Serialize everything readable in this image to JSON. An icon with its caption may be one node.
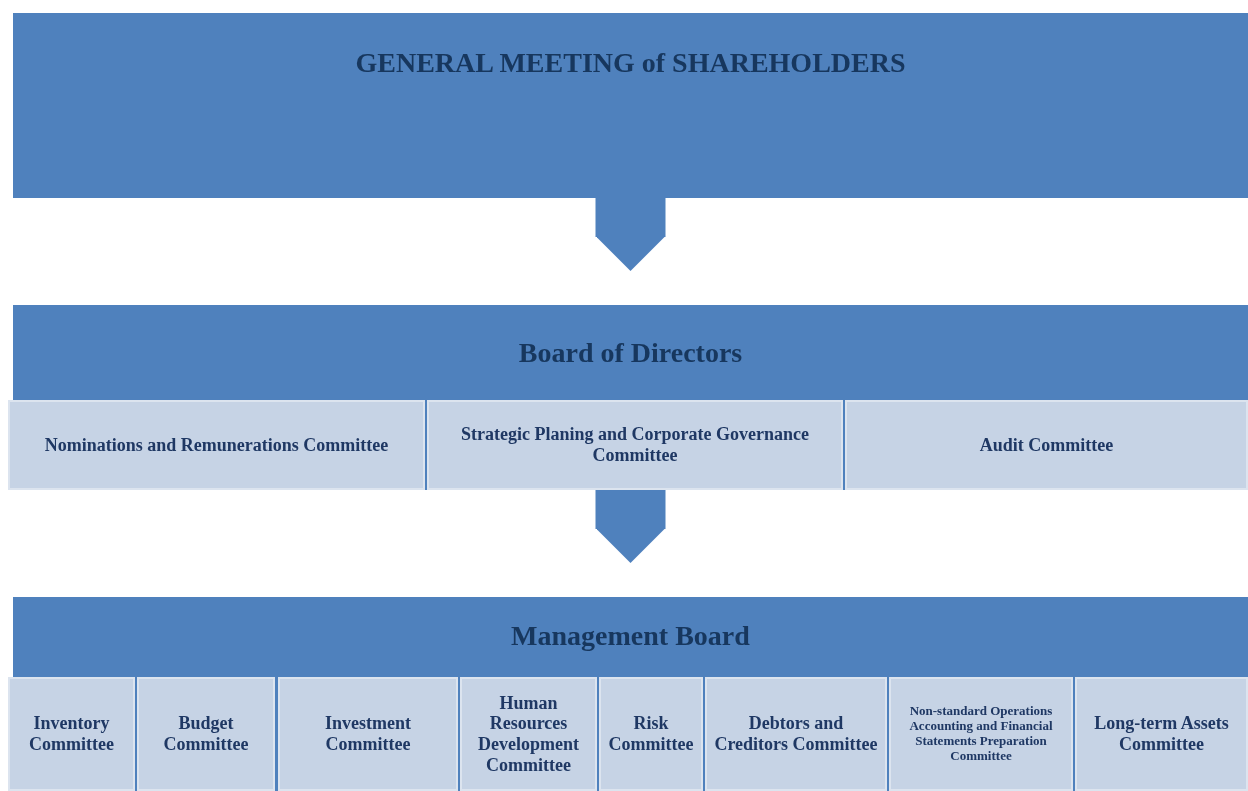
{
  "diagram": {
    "nodes": [
      {
        "text": [
          "GENERAL MEETING of SHAREHOLDERS"
        ]
      },
      {
        "text": [
          "Board of Directors"
        ]
      },
      {
        "text": [
          "Nominations and Remunerations Committee"
        ],
        "in": 1
      },
      {
        "text": [
          "Strategic Planing and Corporate Governance Committee"
        ],
        "in": 1
      },
      {
        "text": [
          "Audit Committee"
        ],
        "in": 1
      },
      {
        "text": [
          "Management Board"
        ]
      },
      {
        "text": [
          "Inventory Committee"
        ],
        "in": 5
      },
      {
        "text": [
          "Budget Committee"
        ],
        "in": 5
      },
      {
        "text": [
          "Investment Committee"
        ],
        "in": 5
      },
      {
        "text": [
          "Human Resources Development Committee"
        ],
        "in": 5
      },
      {
        "text": [
          "Risk Committee"
        ],
        "in": 5
      },
      {
        "text": [
          "Debtors and Creditors Committee"
        ],
        "in": 5
      },
      {
        "text": [
          "Non-standard Operations Accounting and Financial Statements Preparation Committee"
        ],
        "in": 5
      },
      {
        "text": [
          "Long-term Assets Committee"
        ],
        "in": 5
      }
    ],
    "edges": [
      {
        "from": 0,
        "to": 1,
        "arrow": "to"
      },
      {
        "from": 1,
        "to": 5,
        "arrow": "to"
      }
    ]
  }
}
